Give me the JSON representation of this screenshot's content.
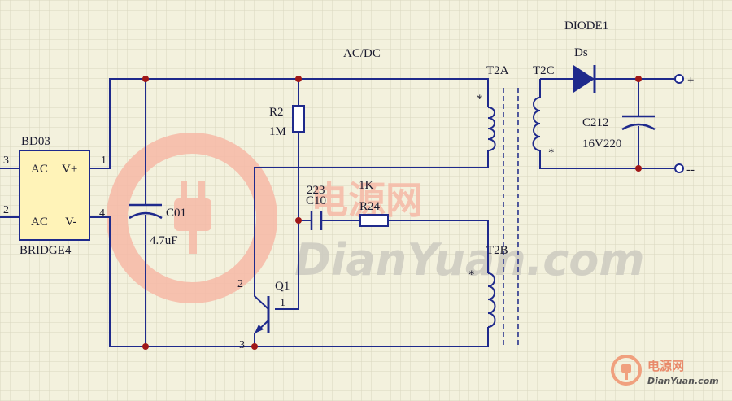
{
  "colors": {
    "background": "#f3f1dd",
    "grid": "#d9d6c0",
    "wire": "#1f2a8c",
    "component_fill": "#fff3b8",
    "junction": "#a01818",
    "watermark": "#f6b9a6"
  },
  "title": "AC/DC",
  "bridge": {
    "designator": "BD03",
    "name": "BRIDGE4",
    "pin_ac_top": "AC",
    "pin_vplus": "V+",
    "pin_ac_bottom": "AC",
    "pin_vminus": "V-",
    "pin3": "3",
    "pin2": "2",
    "pin1": "1",
    "pin4": "4"
  },
  "c01": {
    "designator": "C01",
    "value": "4.7uF"
  },
  "r2": {
    "designator": "R2",
    "value": "1M"
  },
  "c10": {
    "value": "223",
    "designator": "C10"
  },
  "r24": {
    "value": "1K",
    "designator": "R24"
  },
  "q1": {
    "designator": "Q1",
    "pin1": "1",
    "pin2": "2",
    "pin3": "3"
  },
  "transformer": {
    "t2a": "T2A",
    "t2b": "T2B",
    "t2c": "T2C",
    "dot": "*"
  },
  "diode": {
    "title": "DIODE1",
    "designator": "Ds"
  },
  "c212": {
    "designator": "C212",
    "value": "16V220"
  },
  "outputs": {
    "plus": "+",
    "minus": "--"
  },
  "watermark": {
    "chinese": "电源网",
    "english": "DianYuan.com",
    "corner_chinese": "电源网",
    "corner_english": "DianYuan.com"
  }
}
